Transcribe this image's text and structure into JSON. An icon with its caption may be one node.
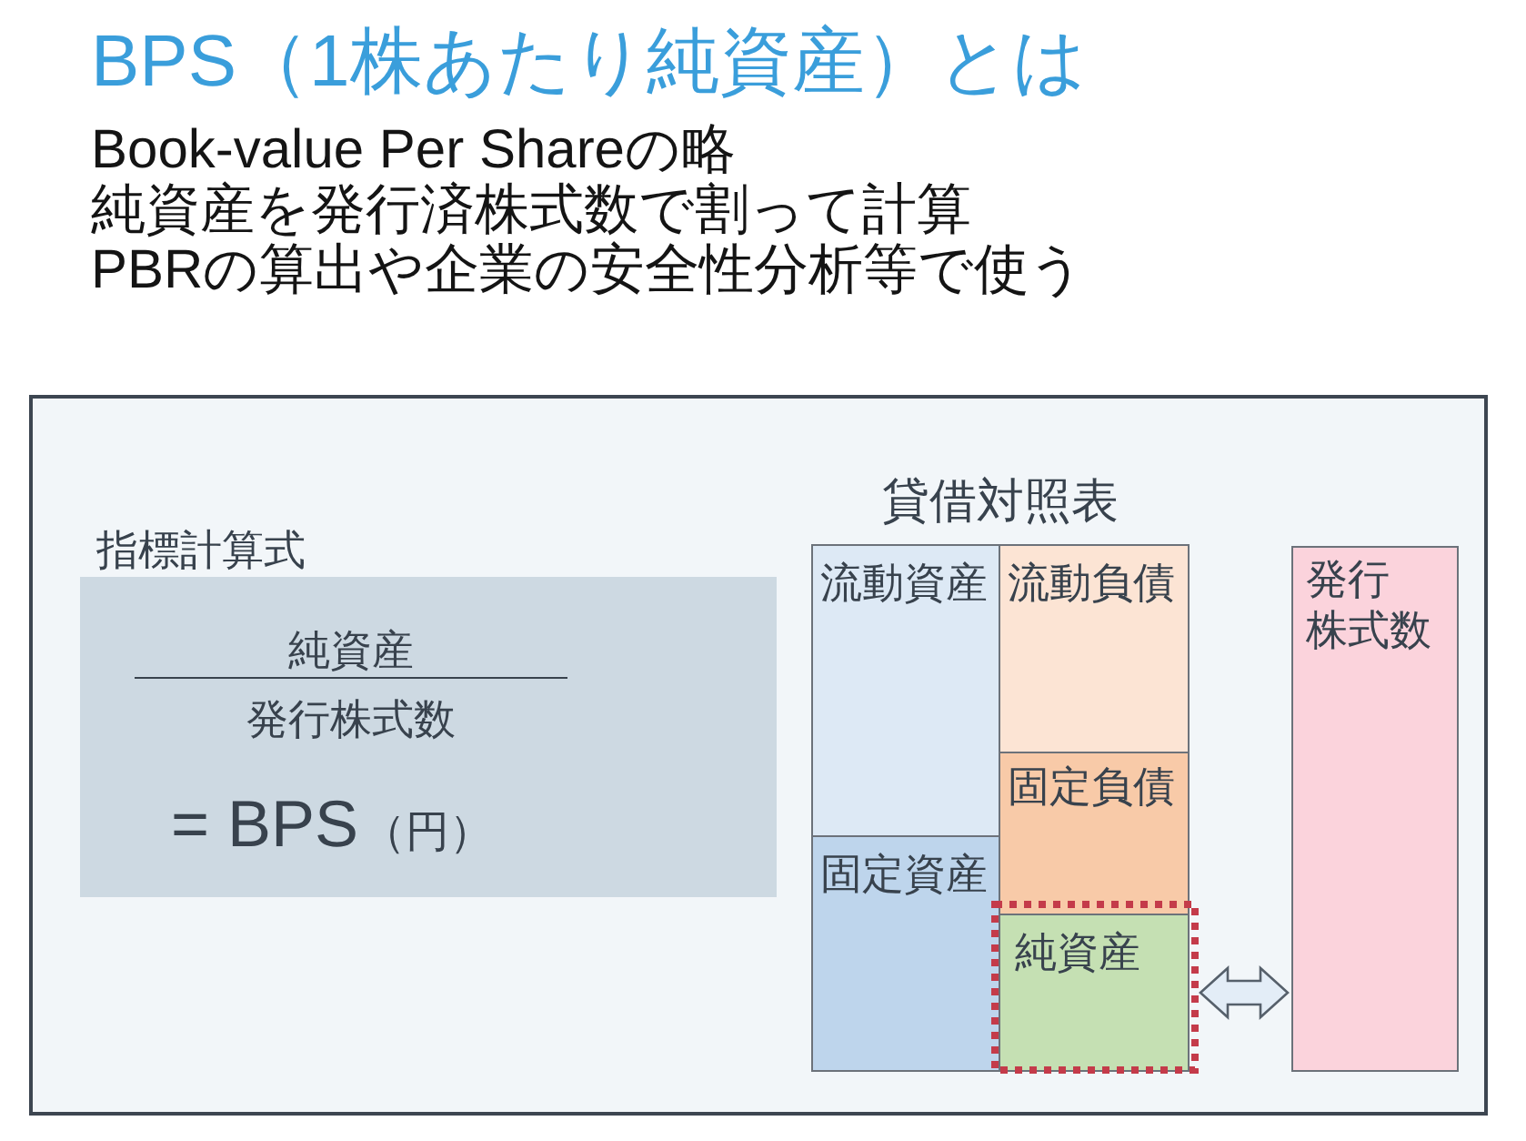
{
  "diagram": {
    "title": "BPS（1株あたり純資産）とは",
    "nodes": [
      {
        "text": [],
        "shape": "box"
      },
      {
        "text": [
          "指標計算式",
          "純資産",
          "発行株式数",
          "= BPS",
          "（円）"
        ],
        "in": 0
      },
      {
        "text": [
          "流動資産"
        ],
        "in": 0
      },
      {
        "text": [
          "固定資産"
        ],
        "in": 0
      },
      {
        "text": [
          "流動負債"
        ],
        "in": 0
      },
      {
        "text": [
          "固定負債"
        ],
        "in": 0
      },
      {
        "text": [
          "純資産"
        ],
        "in": 0
      },
      {
        "text": [
          "発行株式数"
        ],
        "in": 0
      }
    ],
    "edges": [
      {
        "from": 6,
        "to": 7,
        "arrow": "both"
      }
    ],
    "labels": [
      "Book-value Per Shareの略",
      "純資産を発行済株式数で割って計算",
      "PBRの算出や企業の安全性分析等で使う",
      "貸借対照表"
    ]
  }
}
